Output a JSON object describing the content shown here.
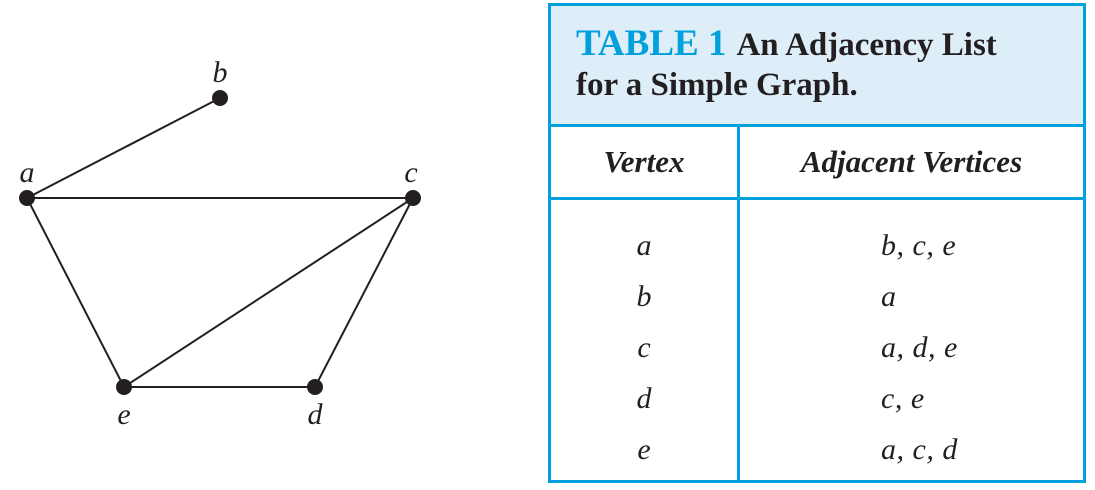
{
  "graph": {
    "vertices": [
      {
        "id": "a",
        "label": "a"
      },
      {
        "id": "b",
        "label": "b"
      },
      {
        "id": "c",
        "label": "c"
      },
      {
        "id": "d",
        "label": "d"
      },
      {
        "id": "e",
        "label": "e"
      }
    ],
    "edges": [
      [
        "a",
        "b"
      ],
      [
        "a",
        "c"
      ],
      [
        "a",
        "e"
      ],
      [
        "c",
        "e"
      ],
      [
        "c",
        "d"
      ],
      [
        "e",
        "d"
      ]
    ]
  },
  "table": {
    "number": "TABLE 1",
    "title_line1": "An Adjacency List",
    "title_line2": "for a Simple Graph.",
    "headers": {
      "vertex": "Vertex",
      "adjacent": "Adjacent Vertices"
    },
    "rows": [
      {
        "vertex": "a",
        "adjacent": "b, c, e"
      },
      {
        "vertex": "b",
        "adjacent": "a"
      },
      {
        "vertex": "c",
        "adjacent": "a, d, e"
      },
      {
        "vertex": "d",
        "adjacent": "c, e"
      },
      {
        "vertex": "e",
        "adjacent": "a, c, d"
      }
    ]
  },
  "colors": {
    "accent": "#00a0dd",
    "caption_background": "#ddeef8",
    "ink": "#231f20"
  }
}
